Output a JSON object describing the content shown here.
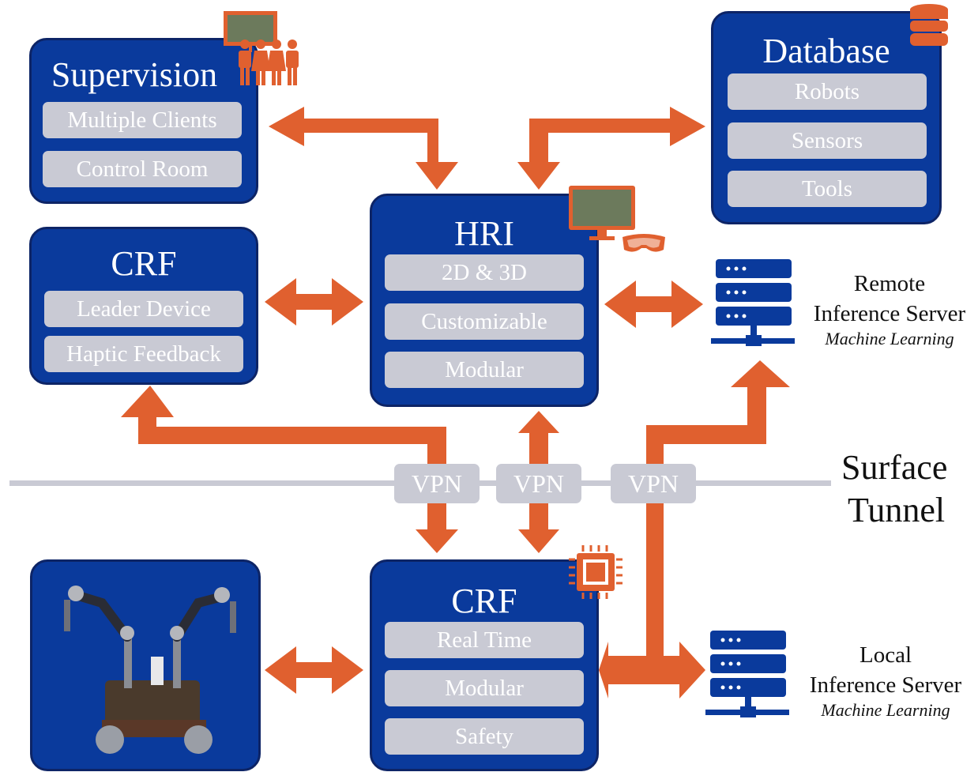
{
  "supervision": {
    "title": "Supervision",
    "items": [
      "Multiple Clients",
      "Control Room"
    ]
  },
  "database": {
    "title": "Database",
    "items": [
      "Robots",
      "Sensors",
      "Tools"
    ]
  },
  "hri": {
    "title": "HRI",
    "items": [
      "2D & 3D",
      "Customizable",
      "Modular"
    ]
  },
  "crf_top": {
    "title": "CRF",
    "items": [
      "Leader Device",
      "Haptic Feedback"
    ]
  },
  "crf_bottom": {
    "title": "CRF",
    "items": [
      "Real Time",
      "Modular",
      "Safety"
    ]
  },
  "remote_server": {
    "line1": "Remote",
    "line2": "Inference Server",
    "sub": "Machine Learning"
  },
  "local_server": {
    "line1": "Local",
    "line2": "Inference Server",
    "sub": "Machine Learning"
  },
  "vpn_labels": [
    "VPN",
    "VPN",
    "VPN"
  ],
  "zones": {
    "surface": "Surface",
    "tunnel": "Tunnel"
  },
  "colors": {
    "box": "#0a3a9c",
    "item": "#c9cad4",
    "arrow": "#e0602f",
    "server": "#0a3a9c"
  },
  "icons": [
    "display-icon",
    "people-icon",
    "database-stack-icon",
    "monitor-icon",
    "vr-headset-icon",
    "processor-chip-icon",
    "server-rack-icon",
    "robot-photo"
  ]
}
